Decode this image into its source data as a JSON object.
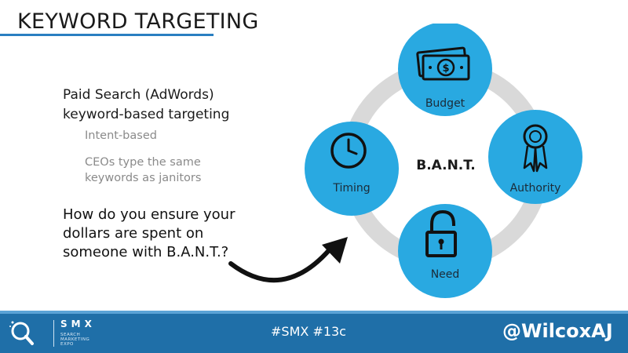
{
  "slide": {
    "title": "KEYWORD TARGETING",
    "heading_line1": "Paid Search (AdWords)",
    "heading_line2": "keyword-based targeting",
    "bullet1": "Intent-based",
    "bullet2_line1": "CEOs type the same",
    "bullet2_line2": "keywords as janitors",
    "question_line1": "How do you ensure your",
    "question_line2": "dollars are spent on",
    "question_line3": "someone with B.A.N.T.?"
  },
  "diagram": {
    "center_label": "B.A.N.T.",
    "nodes": [
      {
        "label": "Budget",
        "icon": "money-icon"
      },
      {
        "label": "Authority",
        "icon": "ribbon-award-icon"
      },
      {
        "label": "Need",
        "icon": "unlocked-padlock-icon"
      },
      {
        "label": "Timing",
        "icon": "clock-icon"
      }
    ],
    "colors": {
      "node": "#29a9e1",
      "ring": "#d9d9d9"
    }
  },
  "footer": {
    "logo_text": "SMX",
    "logo_sub1": "SEARCH",
    "logo_sub2": "MARKETING",
    "logo_sub3": "EXPO",
    "hashtag": "#SMX #13c",
    "handle": "@WilcoxAJ",
    "colors": {
      "bar": "#1f6fa8"
    }
  }
}
